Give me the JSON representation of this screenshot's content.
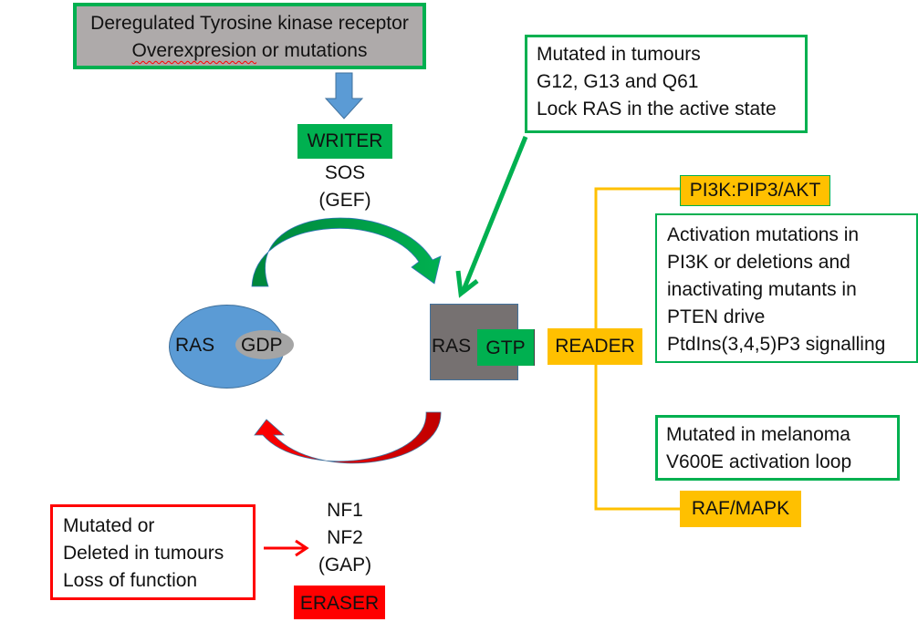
{
  "colors": {
    "green": "#00b050",
    "dark_green": "#008a3e",
    "red": "#ff0000",
    "dark_red": "#c00000",
    "gold": "#ffc000",
    "blue": "#5b9bd5",
    "grey_box": "#aeaaaa",
    "ras_gtp_grey": "#767171",
    "gdp_grey": "#a5a5a5"
  },
  "receptor": {
    "line1": "Deregulated Tyrosine kinase receptor",
    "line2_misspelled": "Overexpresion",
    "line2_rest": " or mutations"
  },
  "writer": {
    "badge": "WRITER",
    "name": "SOS",
    "type": "(GEF)"
  },
  "mutation_note": {
    "lines": [
      "Mutated in tumours",
      "G12, G13 and Q61",
      "Lock RAS in the active state"
    ]
  },
  "ras_inactive": {
    "protein": "RAS",
    "nucleotide": "GDP"
  },
  "ras_active": {
    "protein": "RAS",
    "nucleotide": "GTP"
  },
  "reader": {
    "badge": "READER",
    "branches": [
      {
        "name": "PI3K:PIP3/AKT",
        "note": [
          "Activation mutations in",
          "PI3K or deletions and",
          "inactivating mutants in",
          "PTEN drive",
          "PtdIns(3,4,5)P3 signalling"
        ]
      },
      {
        "name": "RAF/MAPK",
        "note": [
          "Mutated in melanoma",
          "V600E activation loop"
        ]
      }
    ]
  },
  "eraser": {
    "badge": "ERASER",
    "names": [
      "NF1",
      "NF2",
      "(GAP)"
    ],
    "note": [
      "Mutated or",
      "Deleted in tumours",
      "Loss of function"
    ]
  }
}
